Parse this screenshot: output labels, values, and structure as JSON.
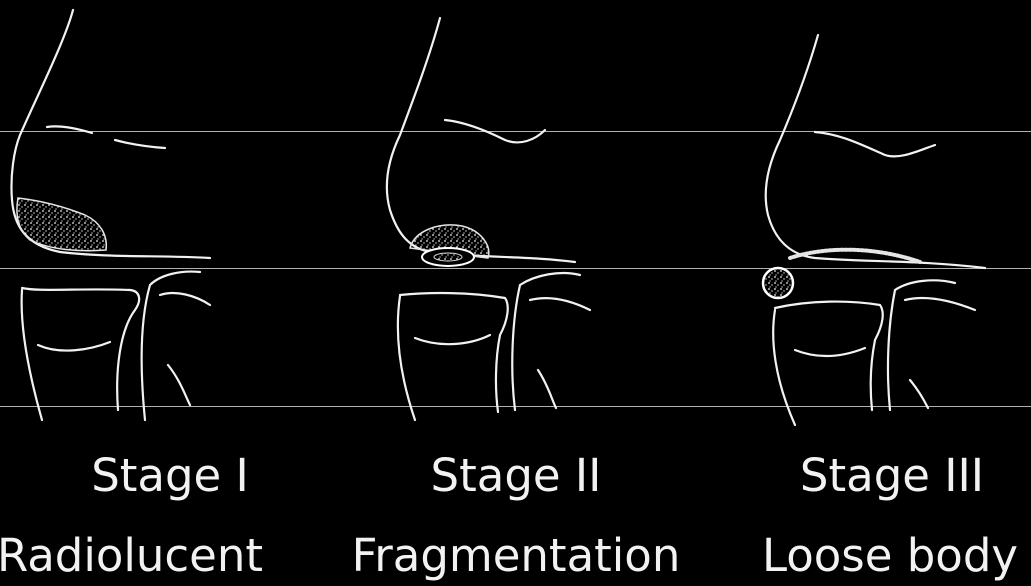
{
  "stages": [
    {
      "stage": "Stage I",
      "description": "Radiolucent"
    },
    {
      "stage": "Stage II",
      "description": "Fragmentation"
    },
    {
      "stage": "Stage III",
      "description": "Loose body"
    }
  ],
  "colors": {
    "background": "#000000",
    "line": "#f2f2f2"
  }
}
